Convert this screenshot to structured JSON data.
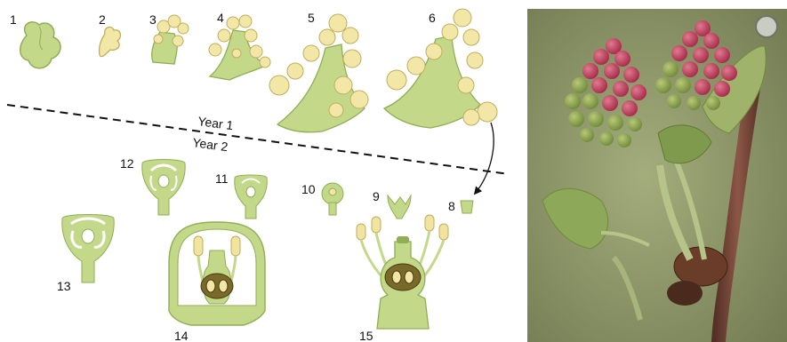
{
  "diagram": {
    "stage_labels": {
      "s1": "1",
      "s2": "2",
      "s3": "3",
      "s4": "4",
      "s5": "5",
      "s6": "6",
      "s8": "8",
      "s9": "9",
      "s10": "10",
      "s11": "11",
      "s12": "12",
      "s13": "13",
      "s14": "14",
      "s15": "15"
    },
    "year_labels": {
      "year1": "Year 1",
      "year2": "Year 2"
    },
    "colors": {
      "tissue": "#c4d88a",
      "tissue_dark": "#8fae55",
      "floret": "#f3e7a8",
      "anther": "#f1e3a0",
      "ovary": "#5e4a1c",
      "photo_bg": "#8f9a6a",
      "stem": "#6b3c32"
    }
  }
}
